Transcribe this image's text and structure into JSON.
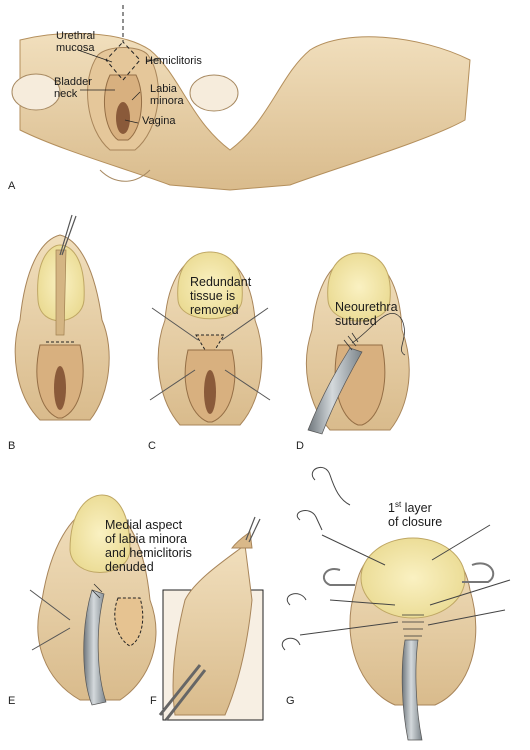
{
  "panels": [
    {
      "letter": "A"
    },
    {
      "letter": "B"
    },
    {
      "letter": "C"
    },
    {
      "letter": "D"
    },
    {
      "letter": "E"
    },
    {
      "letter": "F"
    },
    {
      "letter": "G"
    }
  ],
  "labels": {
    "urethral_mucosa": [
      "Urethral",
      "mucosa"
    ],
    "hemiclitoris": "Hemiclitoris",
    "bladder_neck": [
      "Bladder",
      "neck"
    ],
    "labia_minora": [
      "Labia",
      "minora"
    ],
    "vagina": "Vagina",
    "redundant": [
      "Redundant",
      "tissue is",
      "removed"
    ],
    "neourethra": [
      "Neourethra",
      "sutured"
    ],
    "medial": [
      "Medial aspect",
      "of labia minora",
      "and hemiclitoris",
      "denuded"
    ],
    "layer_sup": "st",
    "layer": [
      "1",
      "layer",
      "of closure"
    ]
  },
  "colors": {
    "skin": "#e8cfa4",
    "skin_shadow": "#c9a877",
    "tissue": "#d9b889",
    "yellow_field": "#f3e7a8",
    "catheter": "#9fa7ad",
    "ink": "#3a2a1a"
  }
}
